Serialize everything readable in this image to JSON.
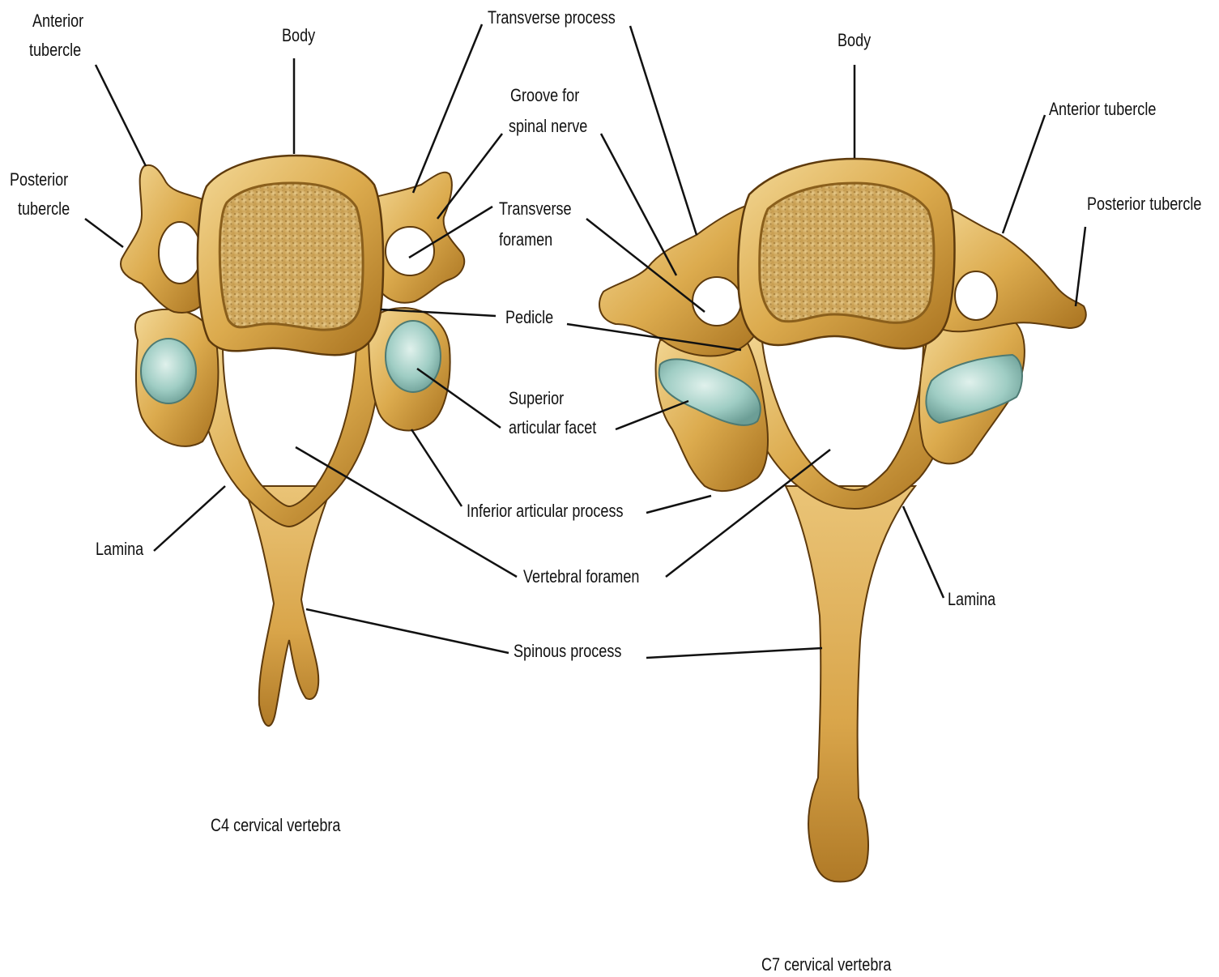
{
  "colors": {
    "bone_light": "#f3d896",
    "bone_mid": "#dcab4e",
    "bone_dark": "#a8721f",
    "bone_edge": "#5e3a0c",
    "cancellous": "#d8b76b",
    "cancellous_dot": "#9c7430",
    "cartilage": "#9fcdc4",
    "cartilage_light": "#e0f1ec",
    "leader_line": "#111111",
    "text": "#111111",
    "background": "#ffffff"
  },
  "c4": {
    "caption": "C4 cervical vertebra",
    "labels": {
      "anterior_tubercle_1": "Anterior",
      "anterior_tubercle_2": "tubercle",
      "body": "Body",
      "posterior_tubercle_1": "Posterior",
      "posterior_tubercle_2": "tubercle",
      "lamina": "Lamina"
    }
  },
  "c7": {
    "caption": "C7 cervical vertebra",
    "labels": {
      "body": "Body",
      "anterior_tubercle": "Anterior tubercle",
      "posterior_tubercle": "Posterior tubercle",
      "lamina": "Lamina"
    }
  },
  "shared_labels": {
    "transverse_process": "Transverse process",
    "groove_1": "Groove for",
    "groove_2": "spinal nerve",
    "transverse_foramen_1": "Transverse",
    "transverse_foramen_2": "foramen",
    "pedicle": "Pedicle",
    "superior_facet_1": "Superior",
    "superior_facet_2": "articular facet",
    "inferior_articular_process": "Inferior articular process",
    "vertebral_foramen": "Vertebral foramen",
    "spinous_process": "Spinous process"
  }
}
